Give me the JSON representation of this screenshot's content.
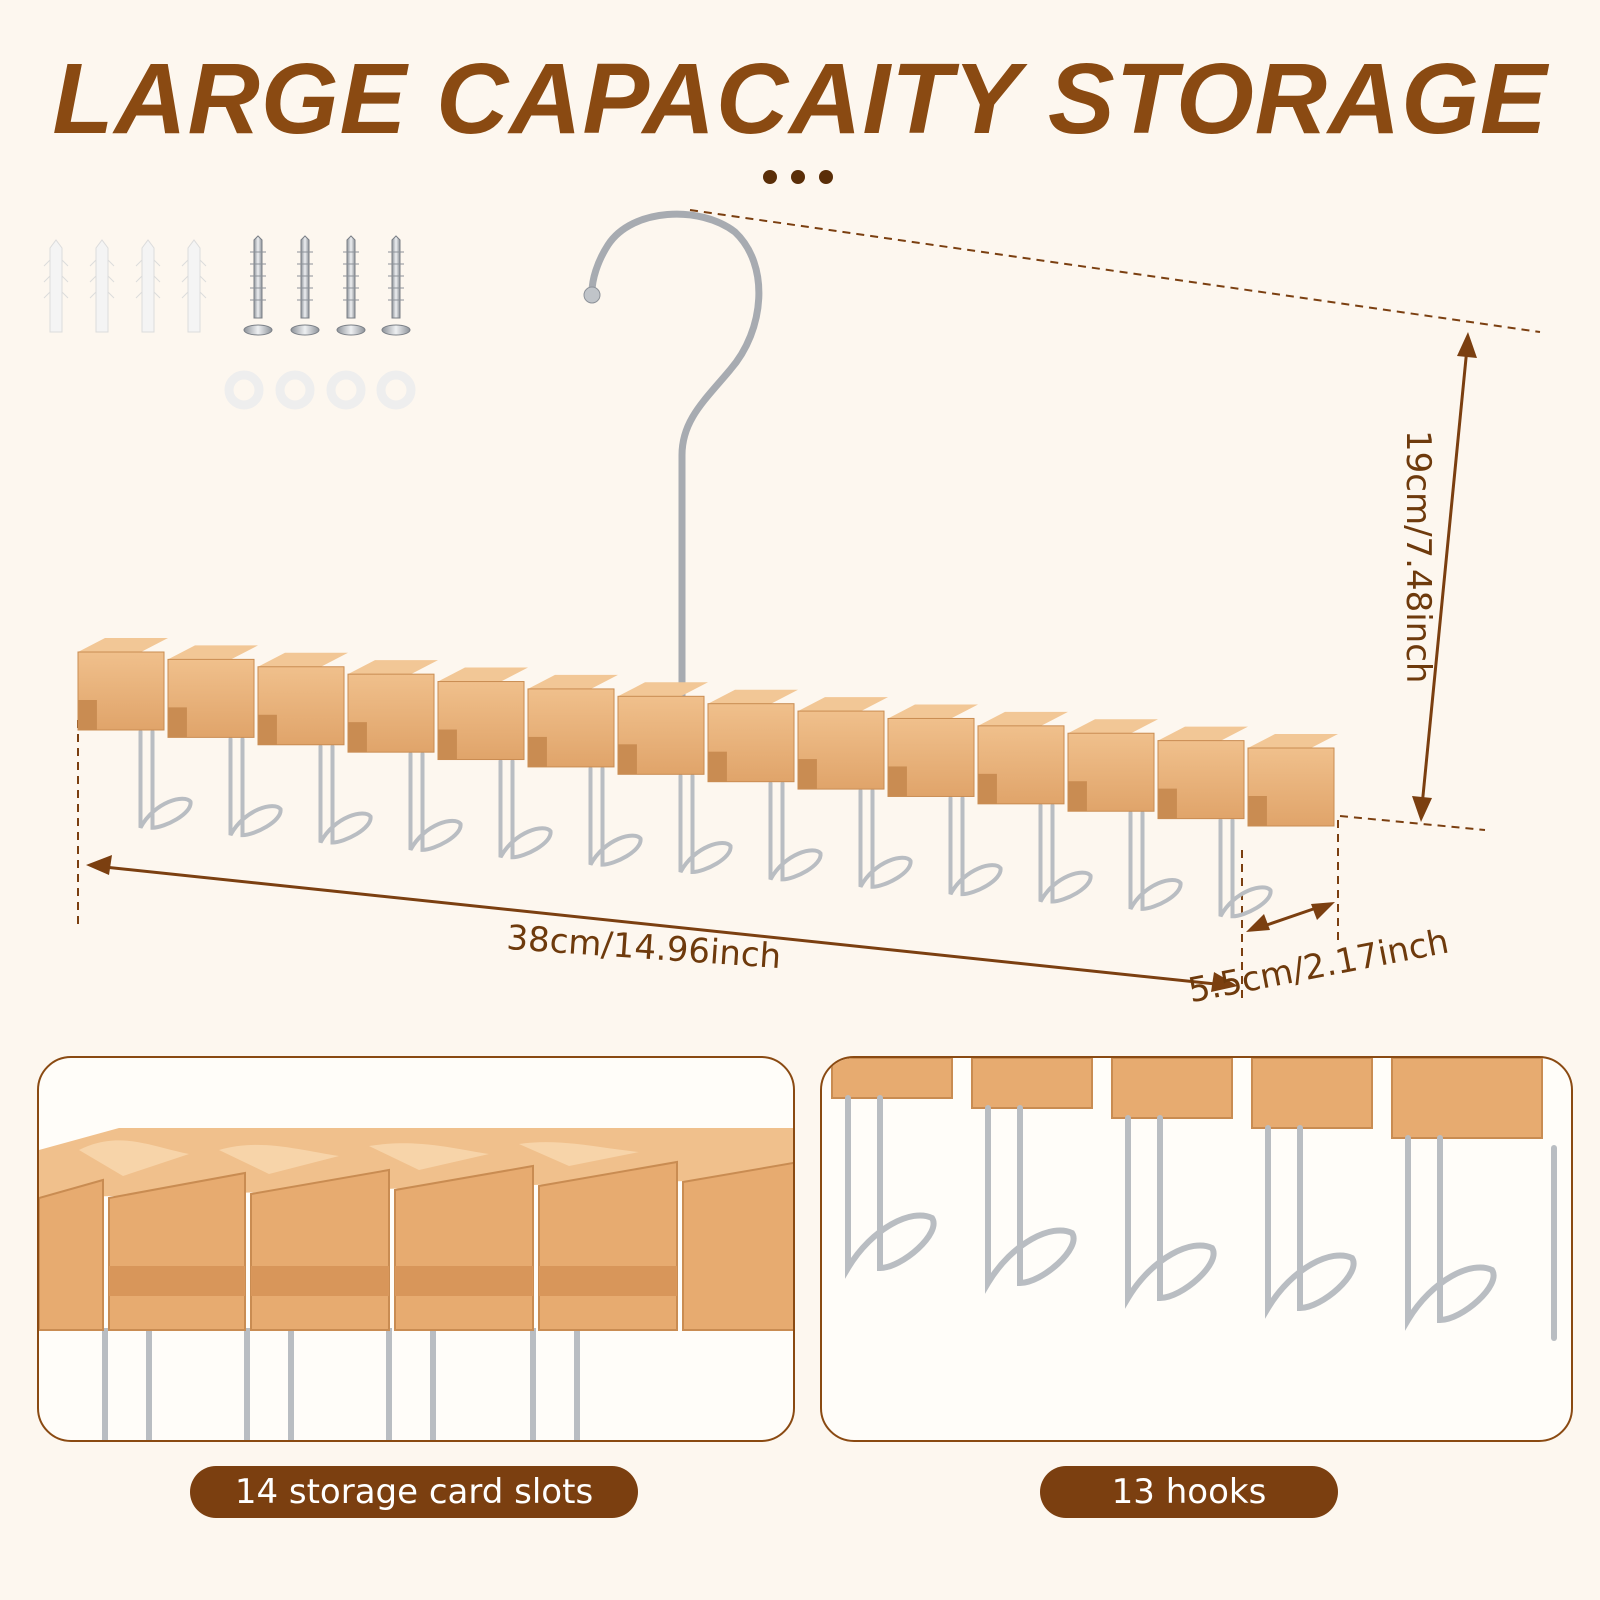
{
  "title": "LARGE CAPACAITY STORAGE",
  "dimensions": {
    "width": "38cm/14.96inch",
    "depth": "5.5cm/2.17inch",
    "height": "19cm/7.48inch"
  },
  "accessories": {
    "anchors": 4,
    "screws": 4,
    "washers": 4
  },
  "hanger": {
    "slot_count": 14,
    "hook_count": 13
  },
  "captions": {
    "left": "14 storage card slots",
    "right": "13 hooks"
  },
  "colors": {
    "title": "#8a4a12",
    "wood": "#e8b27a",
    "wood_dark": "#c98c52",
    "metal": "#b8bcc2",
    "pill": "#7b3f10",
    "background": "#fdf7ef"
  }
}
